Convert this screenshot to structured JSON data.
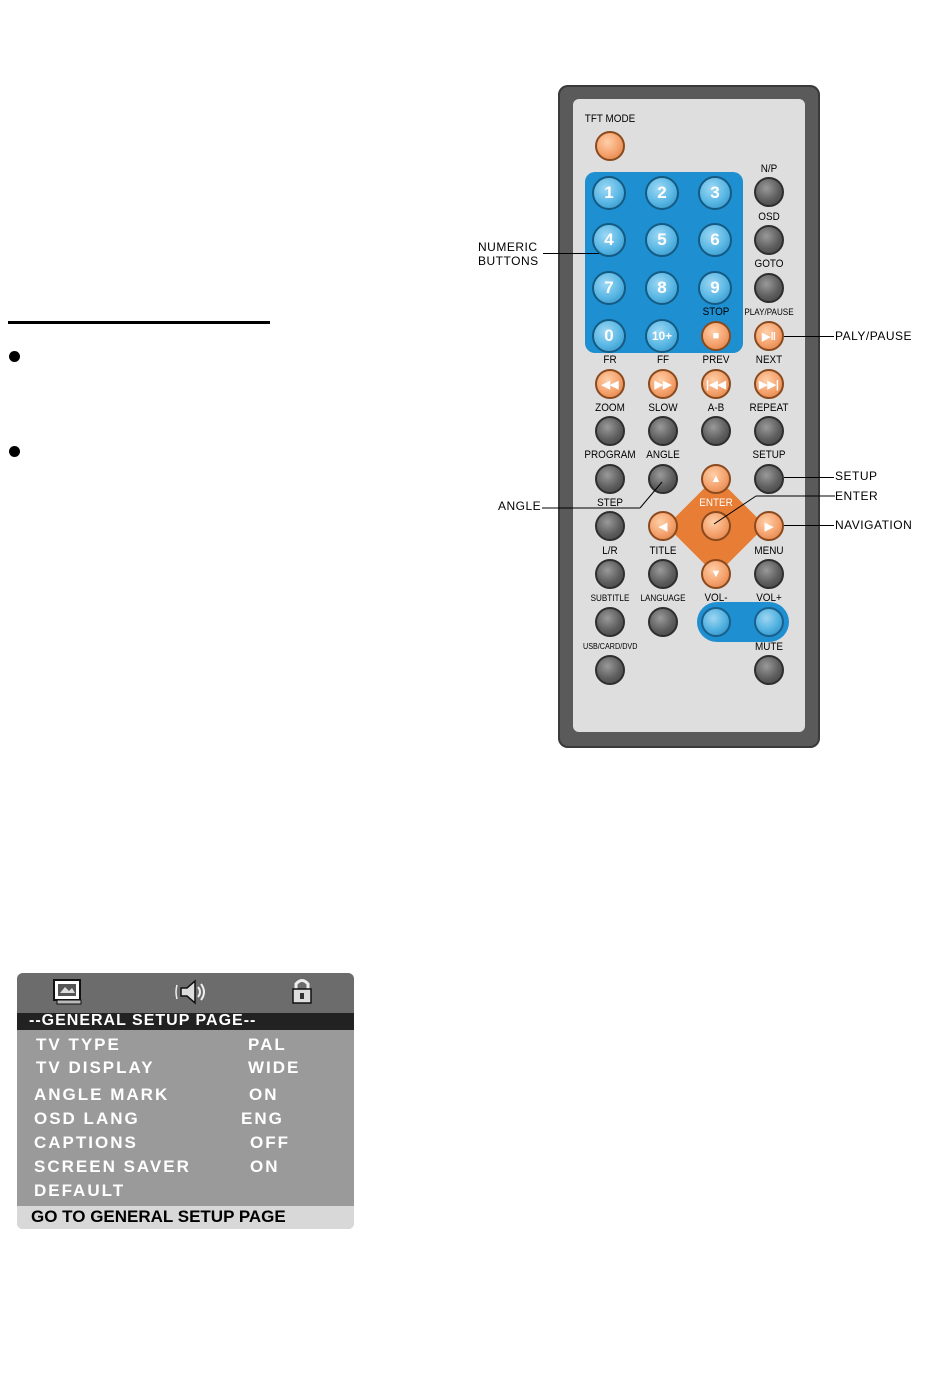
{
  "remote": {
    "top_label": "TFT MODE",
    "numeric": [
      "1",
      "2",
      "3",
      "4",
      "5",
      "6",
      "7",
      "8",
      "9",
      "0",
      "10+"
    ],
    "side_labels": {
      "np": "N/P",
      "osd": "OSD",
      "goto": "GOTO"
    },
    "row_stop": {
      "stop": "STOP",
      "play_pause": "PLAY/PAUSE"
    },
    "row_transport": {
      "fr": "FR",
      "ff": "FF",
      "prev": "PREV",
      "next": "NEXT"
    },
    "row_zoom": {
      "zoom": "ZOOM",
      "slow": "SLOW",
      "ab": "A-B",
      "repeat": "REPEAT"
    },
    "row_program": {
      "program": "PROGRAM",
      "angle": "ANGLE",
      "setup": "SETUP"
    },
    "row_step": {
      "step": "STEP",
      "enter": "ENTER"
    },
    "row_lr": {
      "lr": "L/R",
      "title": "TITLE",
      "menu": "MENU"
    },
    "row_subtitle": {
      "subtitle": "SUBTITLE",
      "language": "LANGUAGE",
      "vol_minus": "VOL-",
      "vol_plus": "VOL+"
    },
    "row_bottom": {
      "usb": "USB/CARD/DVD",
      "mute": "MUTE"
    },
    "colors": {
      "numeric_pad": "#1e8fd0",
      "orange": "#e87d35",
      "body": "#5a5a5a",
      "face": "#dedede"
    }
  },
  "callouts": {
    "numeric_line1": "NUMERIC",
    "numeric_line2": "BUTTONS",
    "play_pause": "PALY/PAUSE",
    "setup": "SETUP",
    "enter": "ENTER",
    "navigation": "NAVIGATION",
    "angle": "ANGLE"
  },
  "osd_menu": {
    "icons": [
      "tv-icon",
      "speaker-icon",
      "lock-icon"
    ],
    "title": "--GENERAL SETUP PAGE--",
    "rows": [
      {
        "name": "TV  TYPE",
        "value": "PAL"
      },
      {
        "name": "TV  DISPLAY",
        "value": "WIDE"
      },
      {
        "name": "ANGLE  MARK",
        "value": "ON"
      },
      {
        "name": "OSD  LANG",
        "value": "ENG"
      },
      {
        "name": "CAPTIONS",
        "value": "OFF"
      },
      {
        "name": "SCREEN  SAVER",
        "value": "ON"
      },
      {
        "name": "DEFAULT",
        "value": ""
      }
    ],
    "footer": "GO TO GENERAL SETUP PAGE"
  }
}
